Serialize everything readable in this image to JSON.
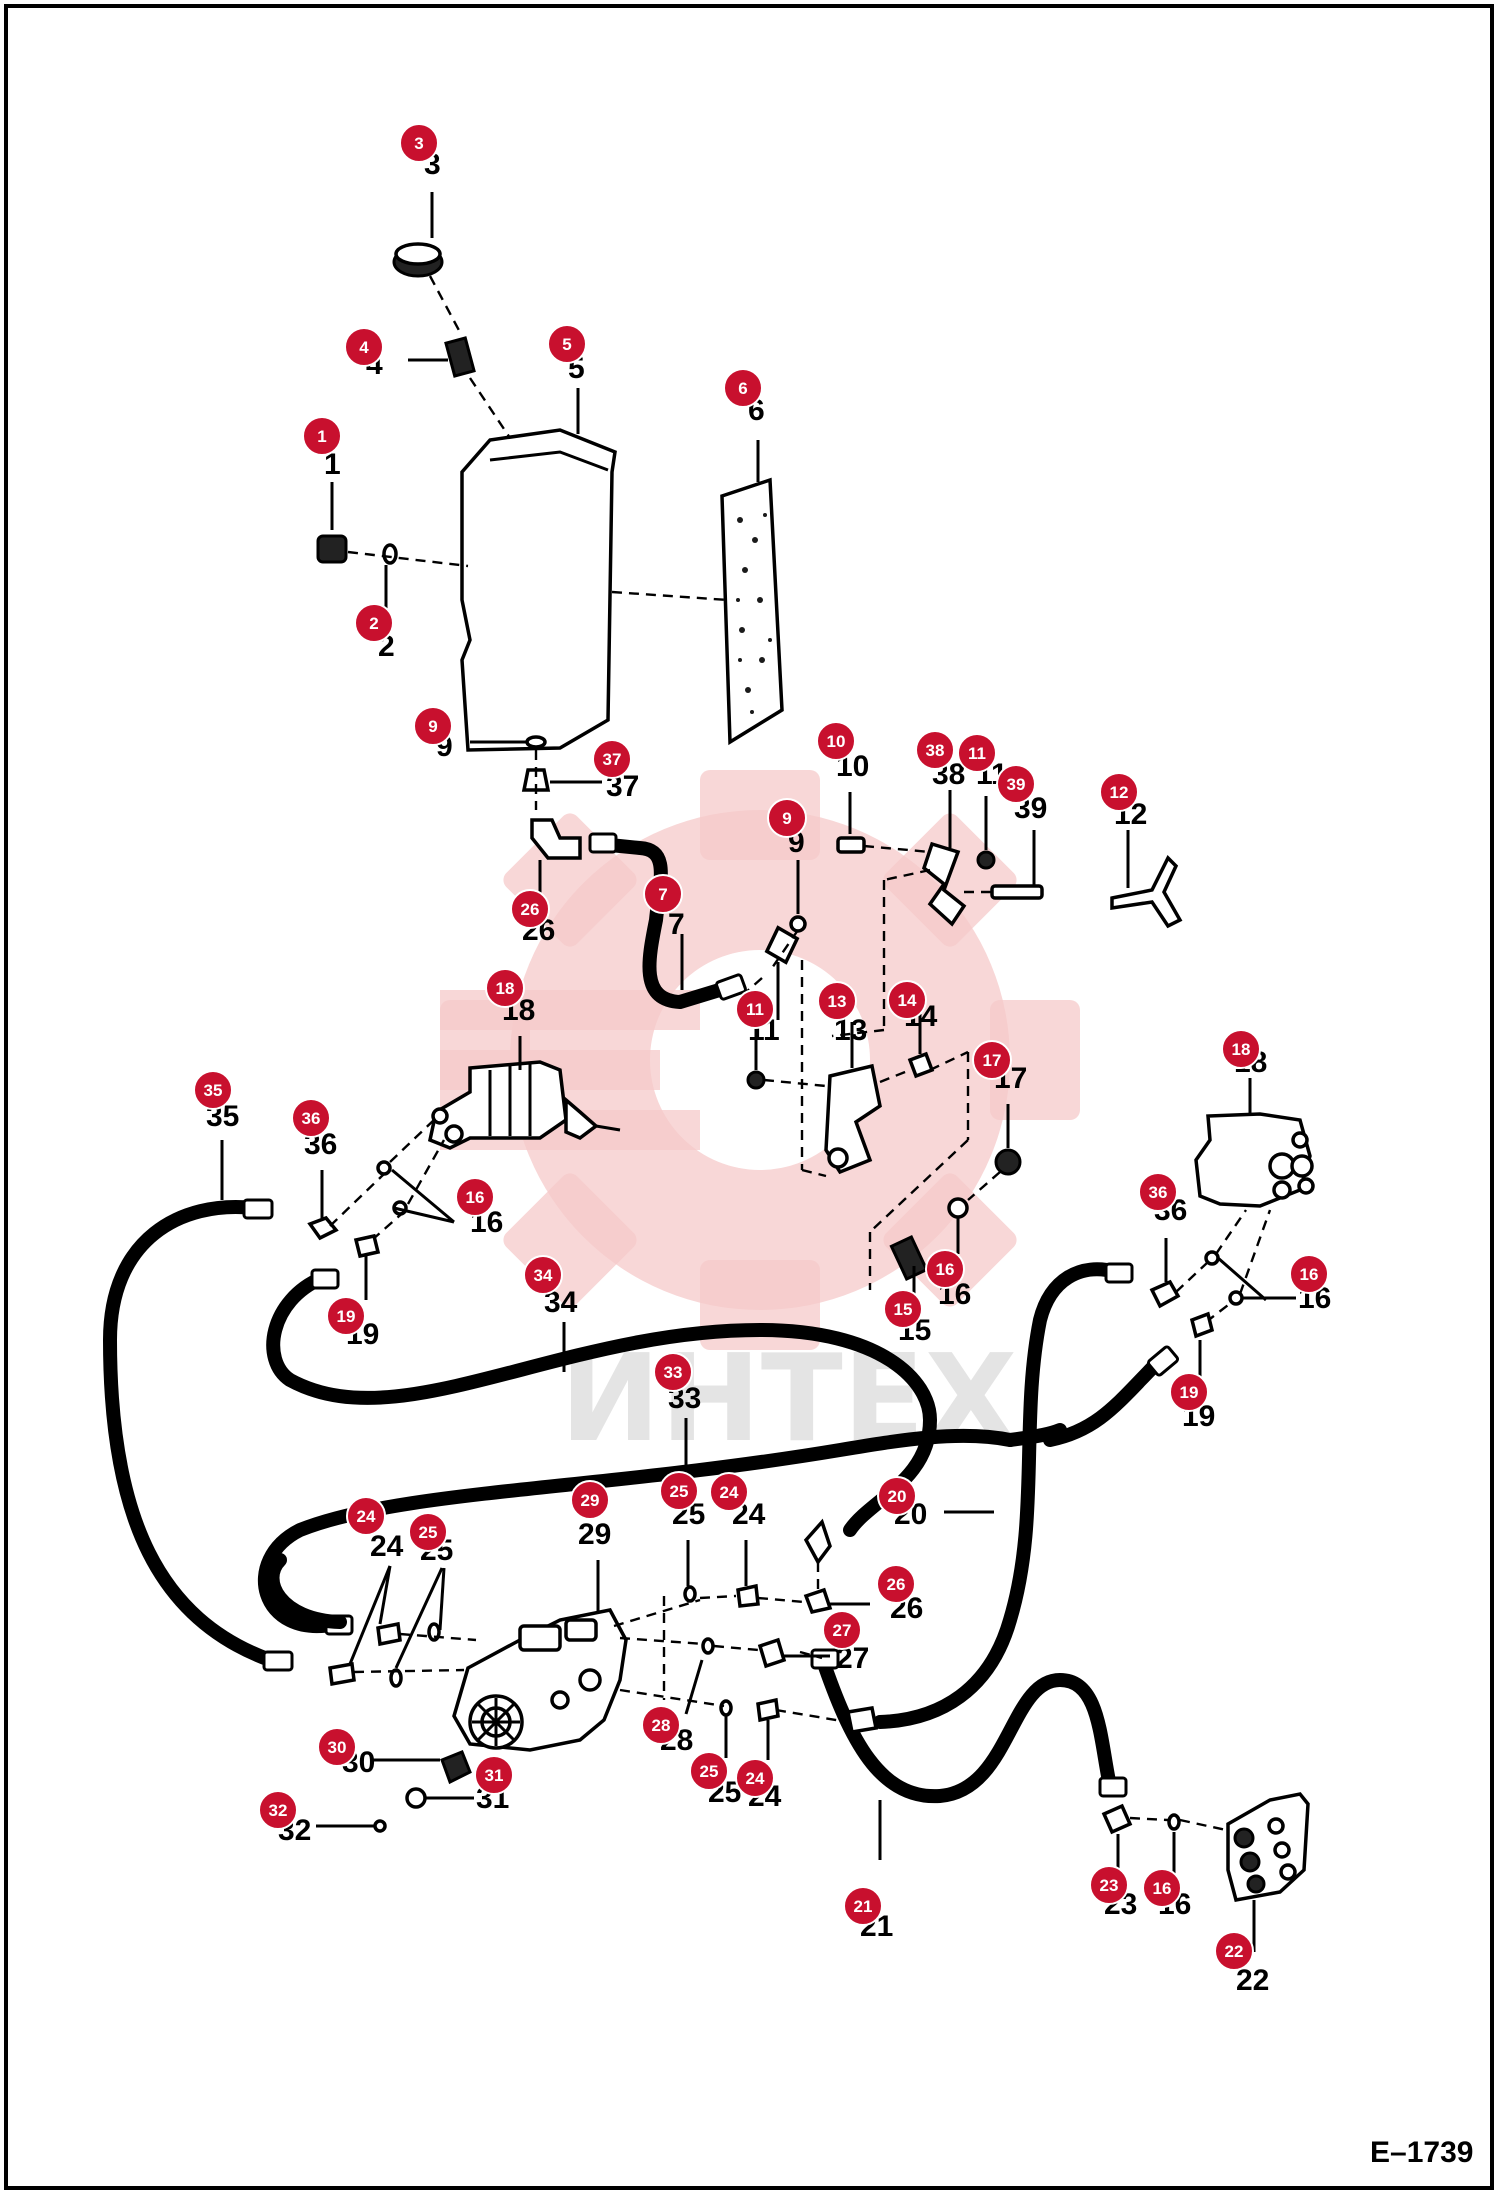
{
  "diagram": {
    "reference_code": "E–1739",
    "watermark_text": "ИНТЕХ",
    "callouts": [
      {
        "num": "1"
      },
      {
        "num": "2"
      },
      {
        "num": "3"
      },
      {
        "num": "4"
      },
      {
        "num": "5"
      },
      {
        "num": "6"
      },
      {
        "num": "7"
      },
      {
        "num": "9"
      },
      {
        "num": "9"
      },
      {
        "num": "10"
      },
      {
        "num": "11"
      },
      {
        "num": "11"
      },
      {
        "num": "12"
      },
      {
        "num": "13"
      },
      {
        "num": "14"
      },
      {
        "num": "15"
      },
      {
        "num": "16"
      },
      {
        "num": "16"
      },
      {
        "num": "16"
      },
      {
        "num": "16"
      },
      {
        "num": "17"
      },
      {
        "num": "18"
      },
      {
        "num": "18"
      },
      {
        "num": "19"
      },
      {
        "num": "19"
      },
      {
        "num": "20"
      },
      {
        "num": "21"
      },
      {
        "num": "22"
      },
      {
        "num": "23"
      },
      {
        "num": "24"
      },
      {
        "num": "24"
      },
      {
        "num": "24"
      },
      {
        "num": "25"
      },
      {
        "num": "25"
      },
      {
        "num": "25"
      },
      {
        "num": "26"
      },
      {
        "num": "26"
      },
      {
        "num": "27"
      },
      {
        "num": "28"
      },
      {
        "num": "29"
      },
      {
        "num": "30"
      },
      {
        "num": "31"
      },
      {
        "num": "32"
      },
      {
        "num": "33"
      },
      {
        "num": "34"
      },
      {
        "num": "35"
      },
      {
        "num": "36"
      },
      {
        "num": "36"
      },
      {
        "num": "37"
      },
      {
        "num": "38"
      },
      {
        "num": "39"
      }
    ],
    "labels": [
      {
        "text": "3"
      },
      {
        "text": "4"
      },
      {
        "text": "5"
      },
      {
        "text": "6"
      },
      {
        "text": "1"
      },
      {
        "text": "2"
      },
      {
        "text": "9"
      },
      {
        "text": "37"
      },
      {
        "text": "26"
      },
      {
        "text": "7"
      },
      {
        "text": "9"
      },
      {
        "text": "10"
      },
      {
        "text": "38"
      },
      {
        "text": "11"
      },
      {
        "text": "39"
      },
      {
        "text": "12"
      },
      {
        "text": "18"
      },
      {
        "text": "11"
      },
      {
        "text": "13"
      },
      {
        "text": "14"
      },
      {
        "text": "17"
      },
      {
        "text": "35"
      },
      {
        "text": "36"
      },
      {
        "text": "16"
      },
      {
        "text": "18"
      },
      {
        "text": "36"
      },
      {
        "text": "16"
      },
      {
        "text": "19"
      },
      {
        "text": "34"
      },
      {
        "text": "16"
      },
      {
        "text": "15"
      },
      {
        "text": "19"
      },
      {
        "text": "33"
      },
      {
        "text": "20"
      },
      {
        "text": "25"
      },
      {
        "text": "24"
      },
      {
        "text": "29"
      },
      {
        "text": "24"
      },
      {
        "text": "25"
      },
      {
        "text": "26"
      },
      {
        "text": "27"
      },
      {
        "text": "28"
      },
      {
        "text": "25"
      },
      {
        "text": "24"
      },
      {
        "text": "30"
      },
      {
        "text": "31"
      },
      {
        "text": "32"
      },
      {
        "text": "21"
      },
      {
        "text": "23"
      },
      {
        "text": "16"
      },
      {
        "text": "22"
      }
    ]
  }
}
